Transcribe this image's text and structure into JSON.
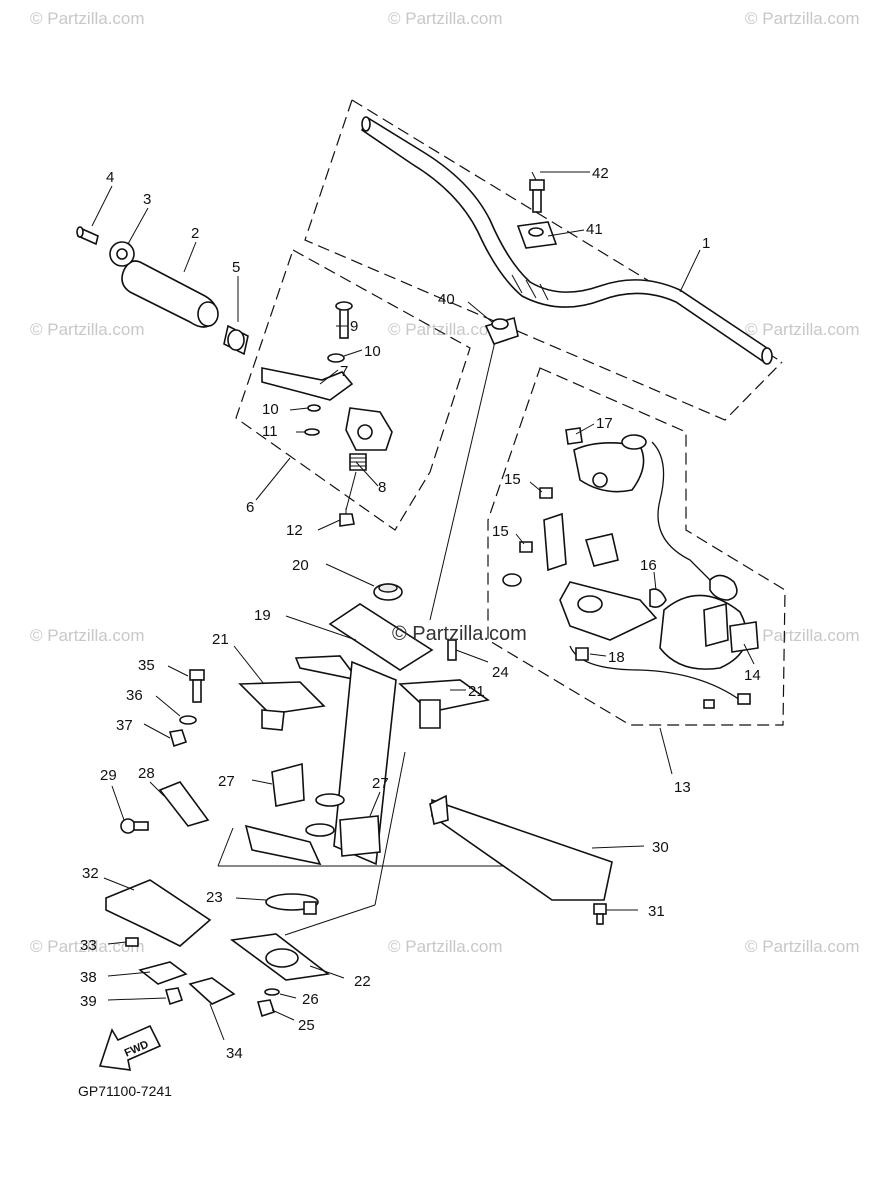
{
  "watermarks": {
    "brand_text": "© Partzilla.com"
  },
  "diagram_code": "GP71100-7241",
  "fwd_label": "FWD",
  "parts": {
    "p1": "1",
    "p2": "2",
    "p3": "3",
    "p4": "4",
    "p5": "5",
    "p6": "6",
    "p7": "7",
    "p8": "8",
    "p9": "9",
    "p10a": "10",
    "p10b": "10",
    "p11": "11",
    "p12": "12",
    "p13": "13",
    "p14": "14",
    "p15a": "15",
    "p15b": "15",
    "p16": "16",
    "p17": "17",
    "p18": "18",
    "p19": "19",
    "p20": "20",
    "p21a": "21",
    "p21b": "21",
    "p22": "22",
    "p23": "23",
    "p24": "24",
    "p25": "25",
    "p26": "26",
    "p27a": "27",
    "p27b": "27",
    "p28": "28",
    "p29": "29",
    "p30": "30",
    "p31": "31",
    "p32": "32",
    "p33": "33",
    "p34": "34",
    "p35": "35",
    "p36": "36",
    "p37": "37",
    "p38": "38",
    "p39": "39",
    "p40": "40",
    "p41": "41",
    "p42": "42"
  }
}
